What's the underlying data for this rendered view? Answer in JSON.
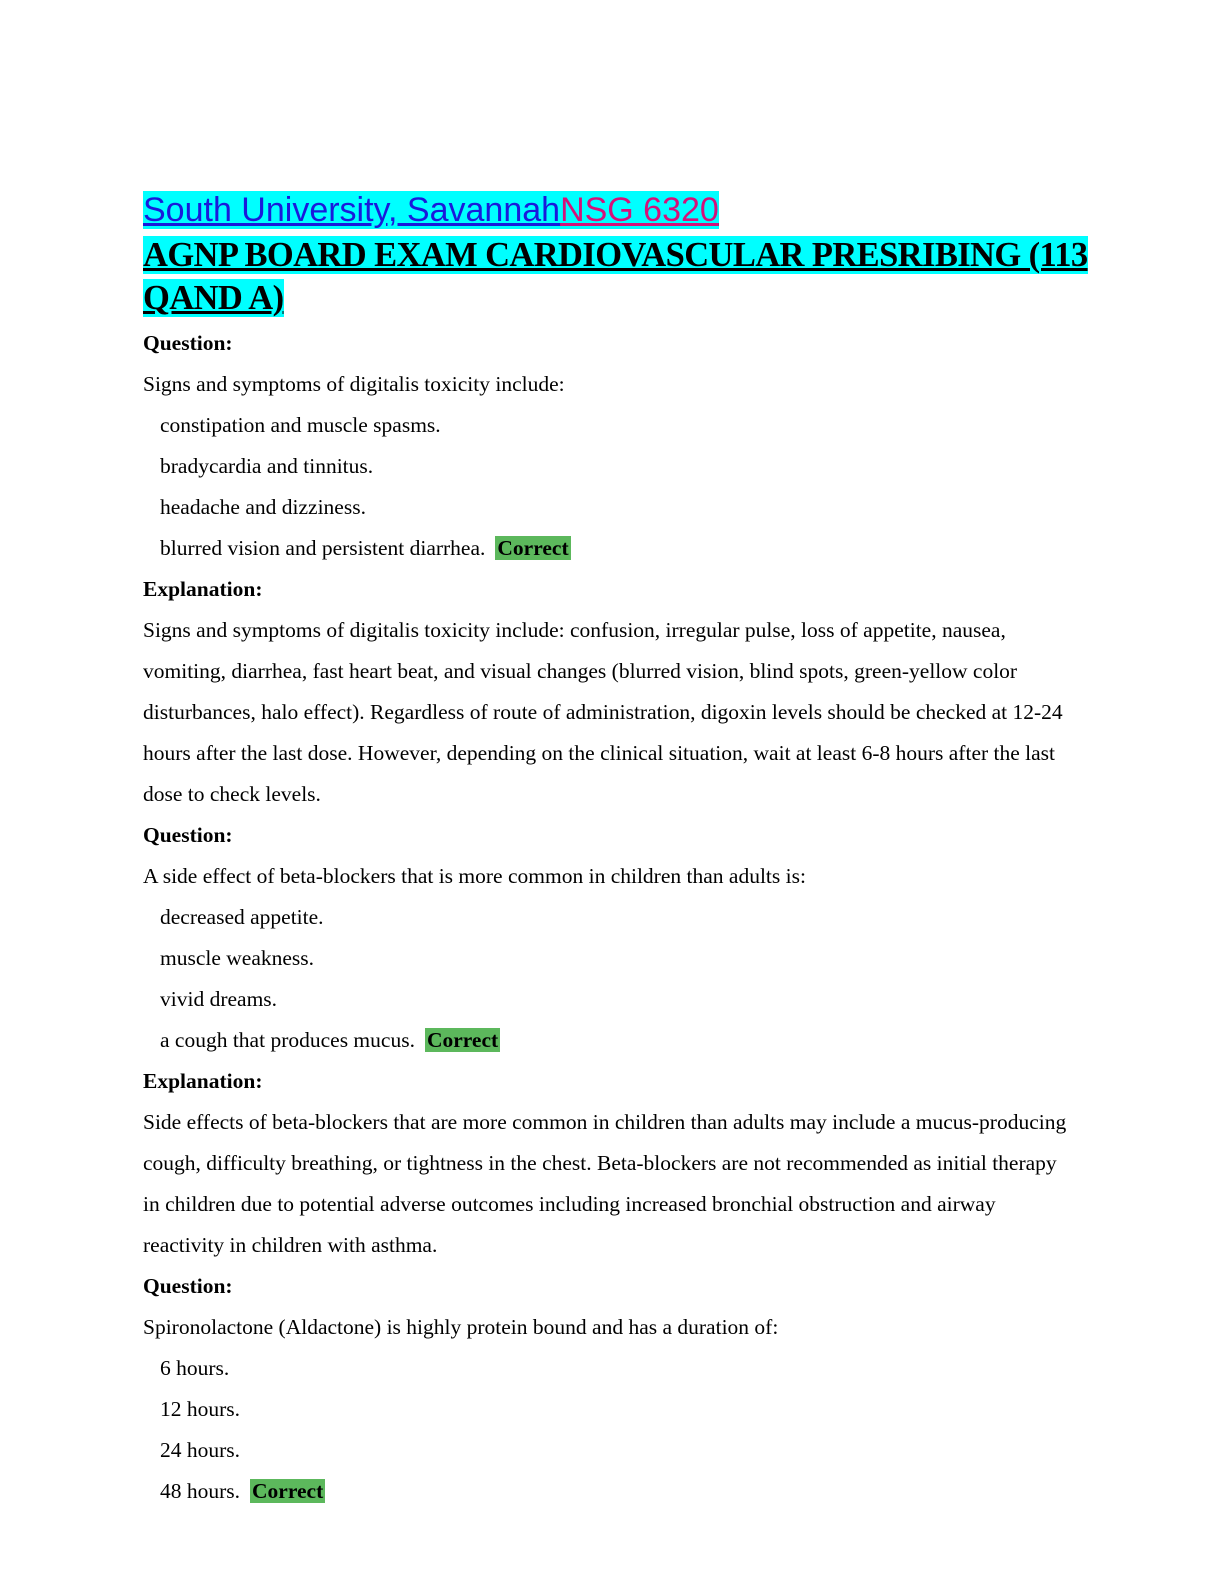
{
  "header": {
    "school": "South University, Savannah",
    "course": "NSG 6320",
    "title": "AGNP BOARD EXAM CARDIOVASCULAR PRESRIBING (113 QAND A)"
  },
  "labels": {
    "question": "Question:",
    "explanation": "Explanation:",
    "correct": "Correct"
  },
  "questions": [
    {
      "text": "Signs and symptoms of digitalis toxicity include:",
      "options": [
        "constipation and muscle spasms.",
        "bradycardia and tinnitus.",
        "headache and dizziness.",
        "blurred vision and persistent diarrhea."
      ],
      "correct_index": 3,
      "explanation": "Signs and symptoms of digitalis toxicity include: confusion, irregular pulse, loss of appetite, nausea, vomiting, diarrhea, fast heart beat, and visual changes (blurred vision, blind spots, green-yellow color disturbances, halo effect). Regardless of route of administration, digoxin levels should be checked at 12-24 hours after the last dose. However, depending on the clinical situation, wait at least 6-8 hours after the last dose to check levels."
    },
    {
      "text": "A side effect of beta-blockers that is more common in children than adults is:",
      "options": [
        "decreased appetite.",
        "muscle weakness.",
        "vivid dreams.",
        "a cough that produces mucus."
      ],
      "correct_index": 3,
      "explanation": "Side effects of beta-blockers that are more common in children than adults may include a mucus-producing cough, difficulty breathing, or tightness in the chest. Beta-blockers are not recommended as initial therapy in children due to potential adverse outcomes including increased bronchial obstruction and airway reactivity in children with asthma."
    },
    {
      "text": "Spironolactone (Aldactone) is highly protein bound and has a duration of:",
      "options": [
        "6 hours.",
        "12 hours.",
        "24 hours.",
        "48 hours."
      ],
      "correct_index": 3
    }
  ]
}
